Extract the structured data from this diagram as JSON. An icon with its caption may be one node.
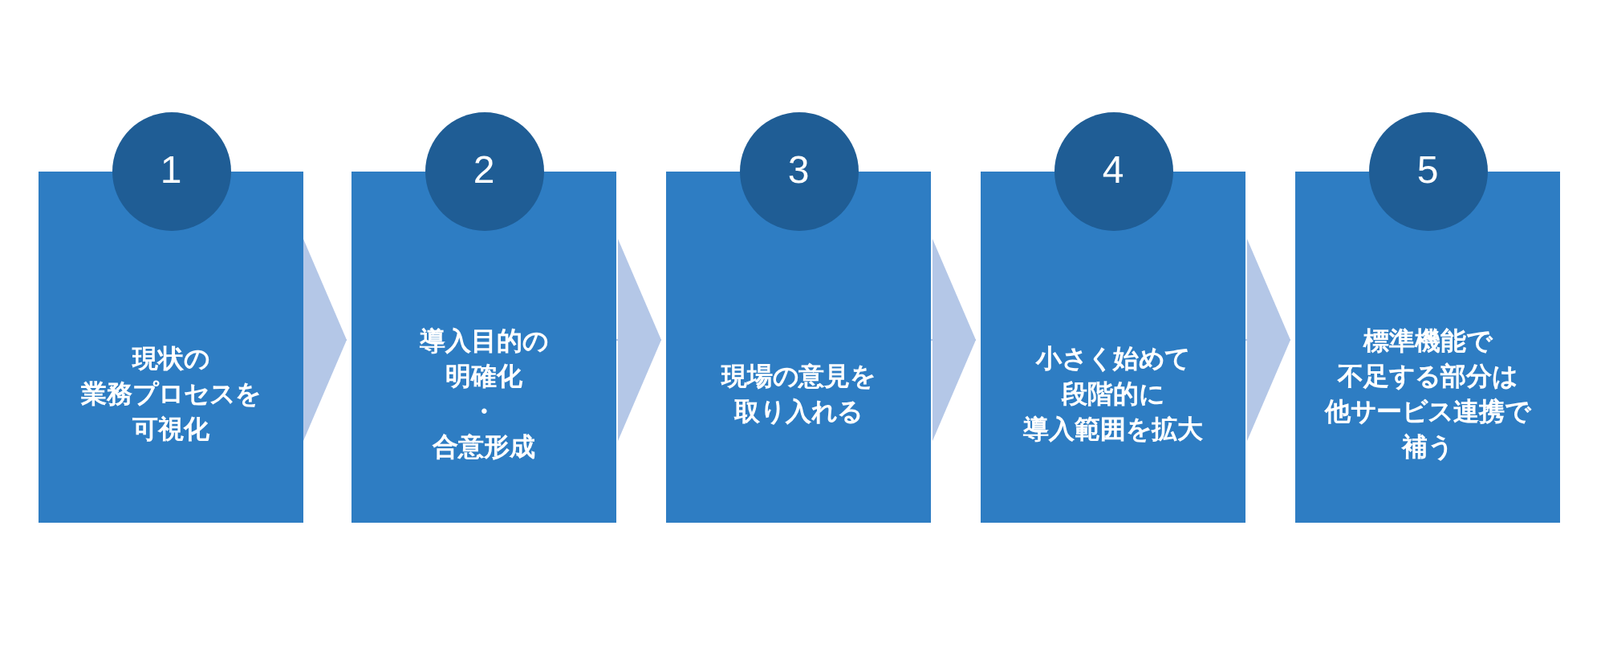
{
  "diagram": {
    "nodes": [
      {
        "text": [
          "現状の業務プロセスを可視化"
        ]
      },
      {
        "text": [
          "1"
        ]
      },
      {
        "text": [
          "導入目的の明確化・合意形成"
        ]
      },
      {
        "text": [
          "2"
        ]
      },
      {
        "text": [
          "現場の意見を取り入れる"
        ]
      },
      {
        "text": [
          "3"
        ]
      },
      {
        "text": [
          "小さく始めて段階的に導入範囲を拡大"
        ]
      },
      {
        "text": [
          "4"
        ]
      },
      {
        "text": [
          "標準機能で不足する部分は他サービス連携で補う"
        ]
      },
      {
        "text": [
          "5"
        ]
      }
    ],
    "edges": [
      {
        "from": 0,
        "to": 2,
        "arrow": "to"
      },
      {
        "from": 2,
        "to": 4,
        "arrow": "to"
      },
      {
        "from": 4,
        "to": 6,
        "arrow": "to"
      },
      {
        "from": 6,
        "to": 8,
        "arrow": "to"
      }
    ]
  }
}
